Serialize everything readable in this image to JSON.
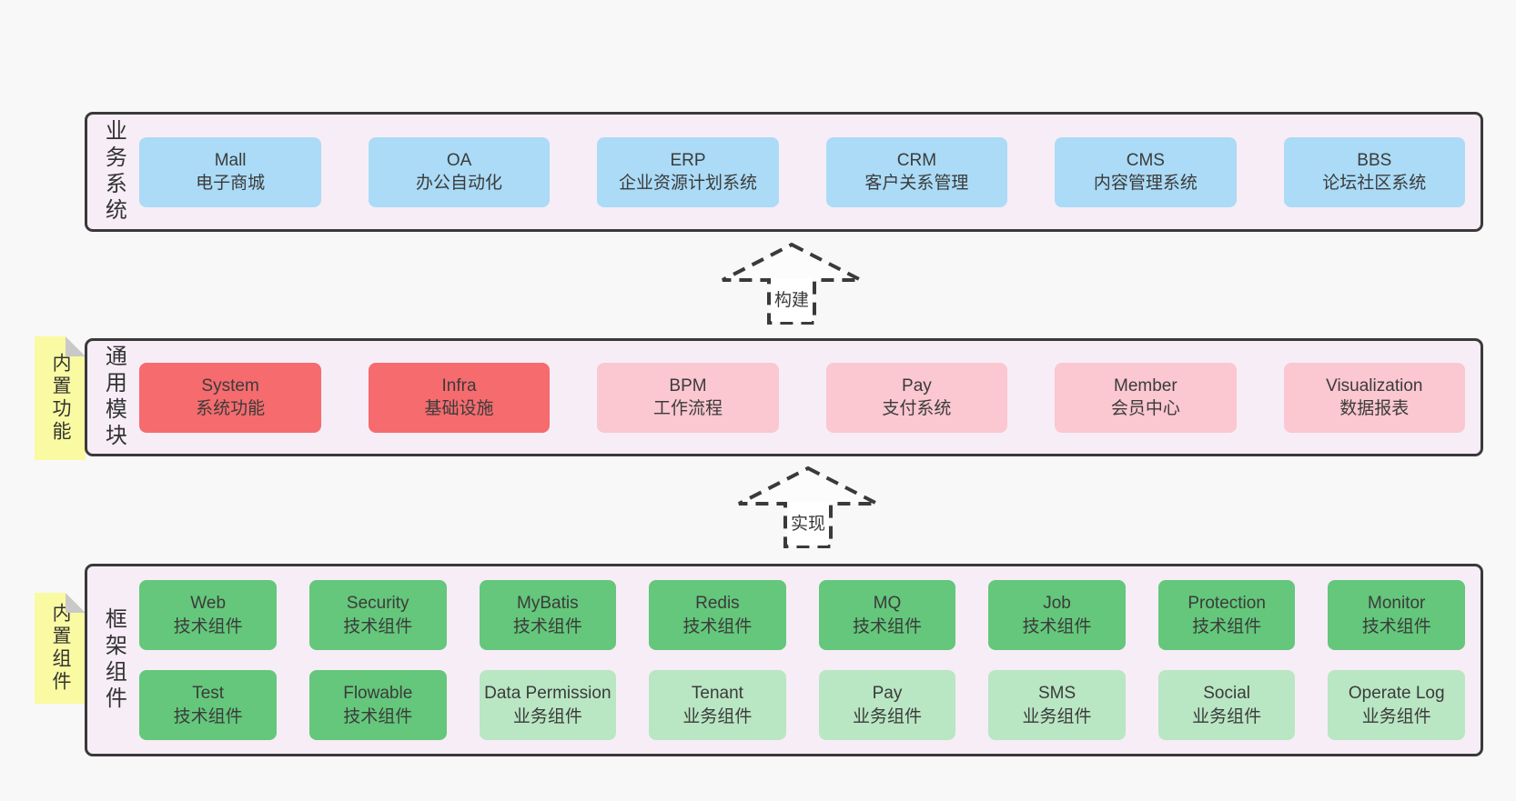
{
  "page": {
    "background": "#f8f8f8"
  },
  "palette": {
    "container_fill": "#f7edf6",
    "border": "#3a3a3a",
    "blue": "#abdbf6",
    "red": "#f56b6e",
    "pink": "#fbc7d0",
    "green": "#64c77b",
    "light_green": "#b9e6c3",
    "note_yellow": "#fafaa2",
    "note_fold_gray": "#c9c9c9",
    "text": "#3b3b3b"
  },
  "layers": {
    "business": {
      "label": "业务系统",
      "boxes": [
        {
          "title": "Mall",
          "subtitle": "电子商城",
          "variant": "blue"
        },
        {
          "title": "OA",
          "subtitle": "办公自动化",
          "variant": "blue"
        },
        {
          "title": "ERP",
          "subtitle": "企业资源计划系统",
          "variant": "blue"
        },
        {
          "title": "CRM",
          "subtitle": "客户关系管理",
          "variant": "blue"
        },
        {
          "title": "CMS",
          "subtitle": "内容管理系统",
          "variant": "blue"
        },
        {
          "title": "BBS",
          "subtitle": "论坛社区系统",
          "variant": "blue"
        }
      ]
    },
    "modules": {
      "label": "通用模块",
      "note": "内置功能",
      "boxes": [
        {
          "title": "System",
          "subtitle": "系统功能",
          "variant": "red"
        },
        {
          "title": "Infra",
          "subtitle": "基础设施",
          "variant": "red"
        },
        {
          "title": "BPM",
          "subtitle": "工作流程",
          "variant": "pink"
        },
        {
          "title": "Pay",
          "subtitle": "支付系统",
          "variant": "pink"
        },
        {
          "title": "Member",
          "subtitle": "会员中心",
          "variant": "pink"
        },
        {
          "title": "Visualization",
          "subtitle": "数据报表",
          "variant": "pink"
        }
      ]
    },
    "components": {
      "label": "框架组件",
      "note": "内置组件",
      "rows": [
        [
          {
            "title": "Web",
            "subtitle": "技术组件",
            "variant": "green"
          },
          {
            "title": "Security",
            "subtitle": "技术组件",
            "variant": "green"
          },
          {
            "title": "MyBatis",
            "subtitle": "技术组件",
            "variant": "green"
          },
          {
            "title": "Redis",
            "subtitle": "技术组件",
            "variant": "green"
          },
          {
            "title": "MQ",
            "subtitle": "技术组件",
            "variant": "green"
          },
          {
            "title": "Job",
            "subtitle": "技术组件",
            "variant": "green"
          },
          {
            "title": "Protection",
            "subtitle": "技术组件",
            "variant": "green"
          },
          {
            "title": "Monitor",
            "subtitle": "技术组件",
            "variant": "green"
          }
        ],
        [
          {
            "title": "Test",
            "subtitle": "技术组件",
            "variant": "green"
          },
          {
            "title": "Flowable",
            "subtitle": "技术组件",
            "variant": "green"
          },
          {
            "title": "Data Permission",
            "subtitle": "业务组件",
            "variant": "lightgreen"
          },
          {
            "title": "Tenant",
            "subtitle": "业务组件",
            "variant": "lightgreen"
          },
          {
            "title": "Pay",
            "subtitle": "业务组件",
            "variant": "lightgreen"
          },
          {
            "title": "SMS",
            "subtitle": "业务组件",
            "variant": "lightgreen"
          },
          {
            "title": "Social",
            "subtitle": "业务组件",
            "variant": "lightgreen"
          },
          {
            "title": "Operate Log",
            "subtitle": "业务组件",
            "variant": "lightgreen"
          }
        ]
      ]
    }
  },
  "arrows": {
    "build": {
      "label": "构建"
    },
    "implement": {
      "label": "实现"
    }
  }
}
